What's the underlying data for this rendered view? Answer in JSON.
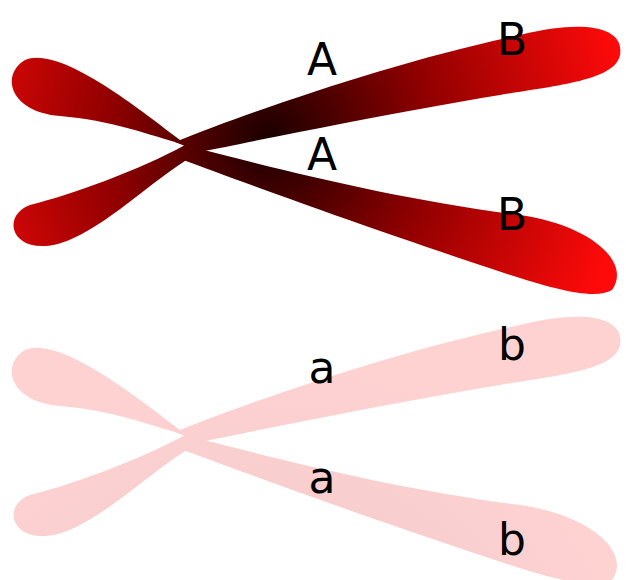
{
  "diagram": {
    "labels": [
      "A",
      "B",
      "A",
      "B",
      "a",
      "b",
      "a",
      "b"
    ]
  }
}
